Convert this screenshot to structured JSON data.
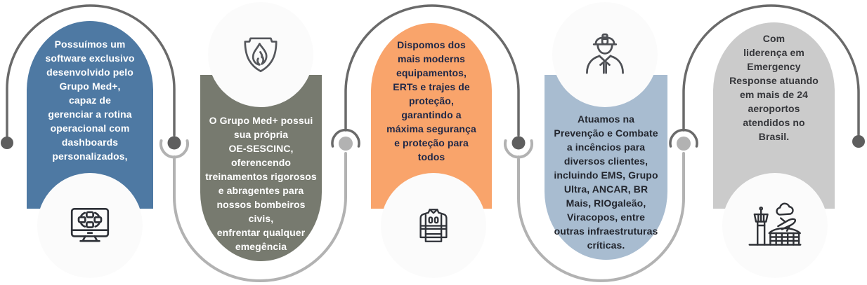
{
  "infographic": {
    "language": "pt-BR",
    "connector": {
      "dark": "#6A6A6A",
      "dark_dot": "#5E5E5E",
      "light": "#B2B2B2",
      "light_dot": "#B2B2B2"
    },
    "icon_stroke": {
      "monitor": "#2E3138",
      "shield": "#55575C",
      "jacket": "#2F3238",
      "worker": "#4E5055",
      "airport": "#2F3136"
    },
    "cards": [
      {
        "id": "software",
        "orientation": "top",
        "icon": "monitor-sync-icon",
        "color": "#4E79A3",
        "text_color": "#FFFFFF",
        "lines": [
          "Possuímos um",
          "software exclusivo",
          "desenvolvido pelo",
          "Grupo Med+,",
          "capaz de",
          "gerenciar a rotina",
          "operacional com",
          "dashboards",
          "personalizados,"
        ]
      },
      {
        "id": "training",
        "orientation": "bottom",
        "icon": "shield-flame-icon",
        "color": "#777A6F",
        "text_color": "#FFFFFF",
        "lines": [
          "O Grupo Med+ possui",
          "sua própria",
          "OE-SESCINC,",
          "oferencendo",
          "treinamentos rigorosos",
          "e abragentes para",
          "nossos bombeiros civis,",
          "enfrentar qualquer",
          "emegência"
        ]
      },
      {
        "id": "equipment",
        "orientation": "top",
        "icon": "fire-jacket-icon",
        "color": "#F9A46B",
        "text_color": "#1E2747",
        "lines": [
          "Dispomos dos",
          "mais moderns",
          "equipamentos,",
          "ERTs e trajes de",
          "proteção,",
          "garantindo a",
          "máxima segurança",
          "e proteção para",
          "todos"
        ]
      },
      {
        "id": "clients",
        "orientation": "bottom",
        "icon": "firefighter-worker-icon",
        "color": "#A8BCD0",
        "text_color": "#23262E",
        "lines": [
          "Atuamos na",
          "Prevenção e Combate",
          "a incêncios para",
          "diversos clientes,",
          "incluindo EMS, Grupo",
          "Ultra, ANCAR, BR",
          "Mais, RIOgaleão,",
          "Viracopos, entre",
          "outras infraestruturas",
          "críticas."
        ]
      },
      {
        "id": "airports",
        "orientation": "top",
        "icon": "airport-icon",
        "color": "#CBCBCB",
        "text_color": "#35363A",
        "lines": [
          "Com",
          "liderença em",
          "Emergency",
          "Response atuando",
          "em mais de 24",
          "aeroportos",
          "atendidos no",
          "Brasil."
        ]
      }
    ]
  }
}
